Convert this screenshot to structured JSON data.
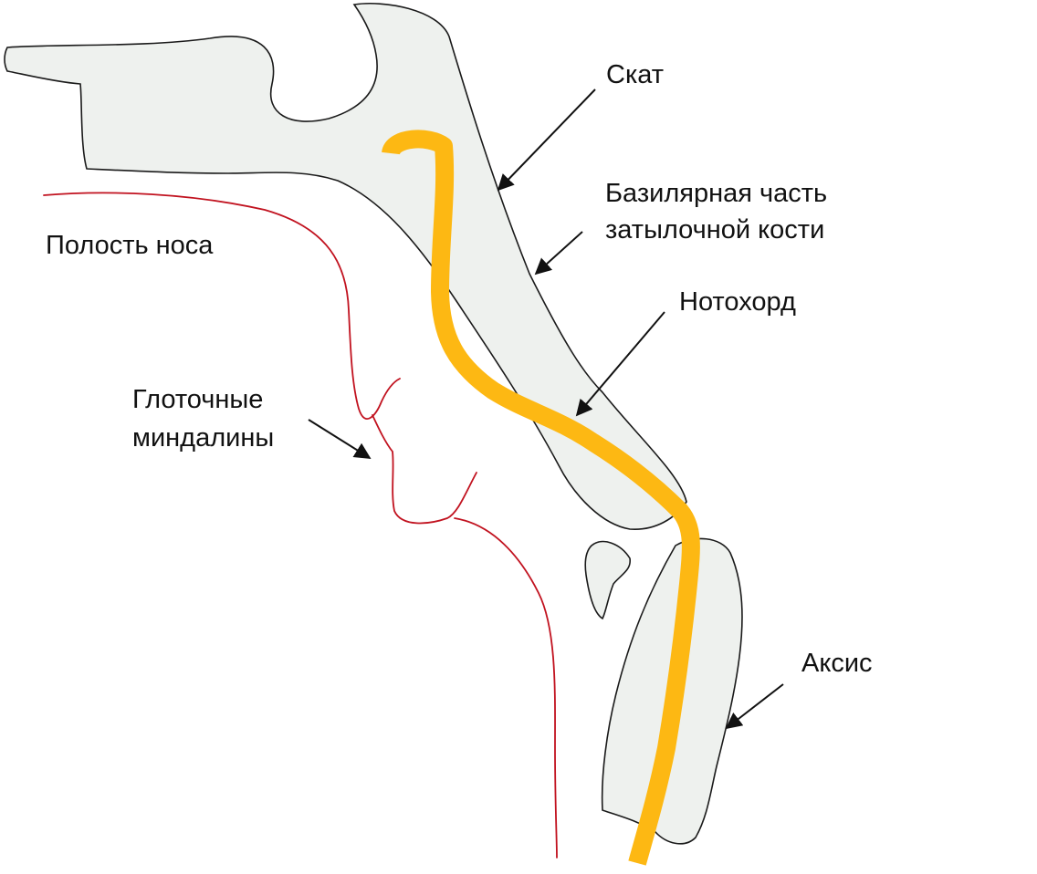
{
  "colors": {
    "bone_fill": "#eef1ee",
    "bone_outline": "#1a1a1a",
    "notochord": "#fdb813",
    "soft_tissue": "#c1121f",
    "arrow": "#111111",
    "text": "#111111"
  },
  "labels": {
    "clivus": "Скат",
    "basilar_line1": "Базилярная часть",
    "basilar_line2": "затылочной кости",
    "notochord": "Нотохорд",
    "nasal_cavity": "Полость носа",
    "tonsils_line1": "Глоточные",
    "tonsils_line2": "миндалины",
    "axis": "Аксис"
  }
}
